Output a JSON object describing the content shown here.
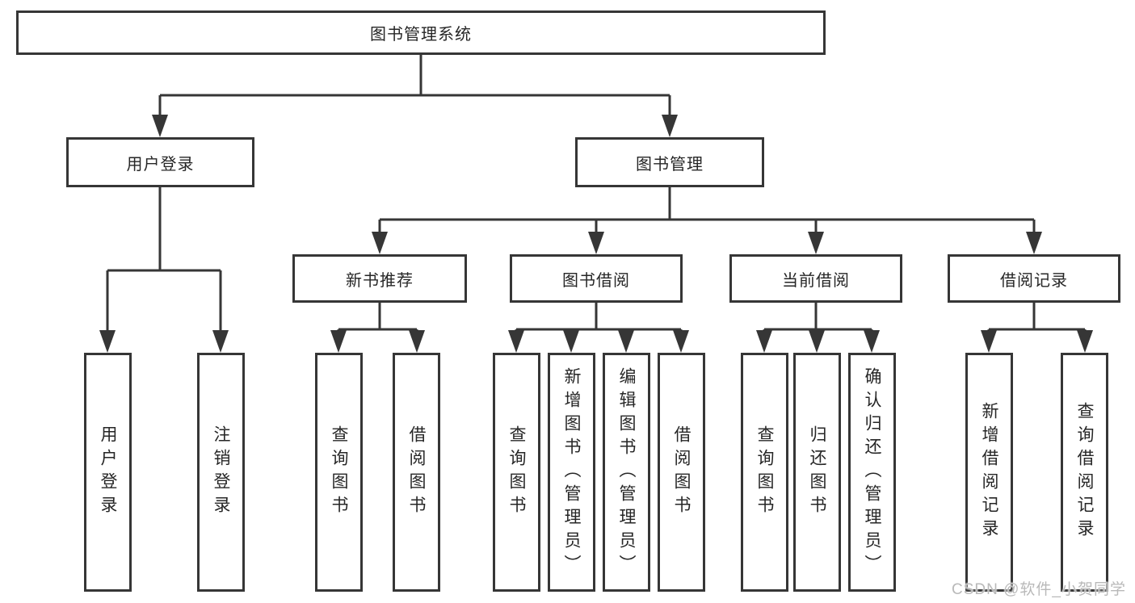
{
  "colors": {
    "line": "#363636",
    "text": "#262626",
    "watermark": "#b9b9b9",
    "background": "#ffffff"
  },
  "watermark": "CSDN @软件_小贺同学",
  "tree": {
    "label": "图书管理系统",
    "children": [
      {
        "label": "用户登录",
        "children": [
          {
            "label": "用户登录"
          },
          {
            "label": "注销登录"
          }
        ]
      },
      {
        "label": "图书管理",
        "children": [
          {
            "label": "新书推荐",
            "children": [
              {
                "label": "查询图书"
              },
              {
                "label": "借阅图书"
              }
            ]
          },
          {
            "label": "图书借阅",
            "children": [
              {
                "label": "查询图书"
              },
              {
                "label": "新增图书（管理员）"
              },
              {
                "label": "编辑图书（管理员）"
              },
              {
                "label": "借阅图书"
              }
            ]
          },
          {
            "label": "当前借阅",
            "children": [
              {
                "label": "查询图书"
              },
              {
                "label": "归还图书"
              },
              {
                "label": "确认归还（管理员）"
              }
            ]
          },
          {
            "label": "借阅记录",
            "children": [
              {
                "label": "新增借阅记录"
              },
              {
                "label": "查询借阅记录"
              }
            ]
          }
        ]
      }
    ]
  }
}
